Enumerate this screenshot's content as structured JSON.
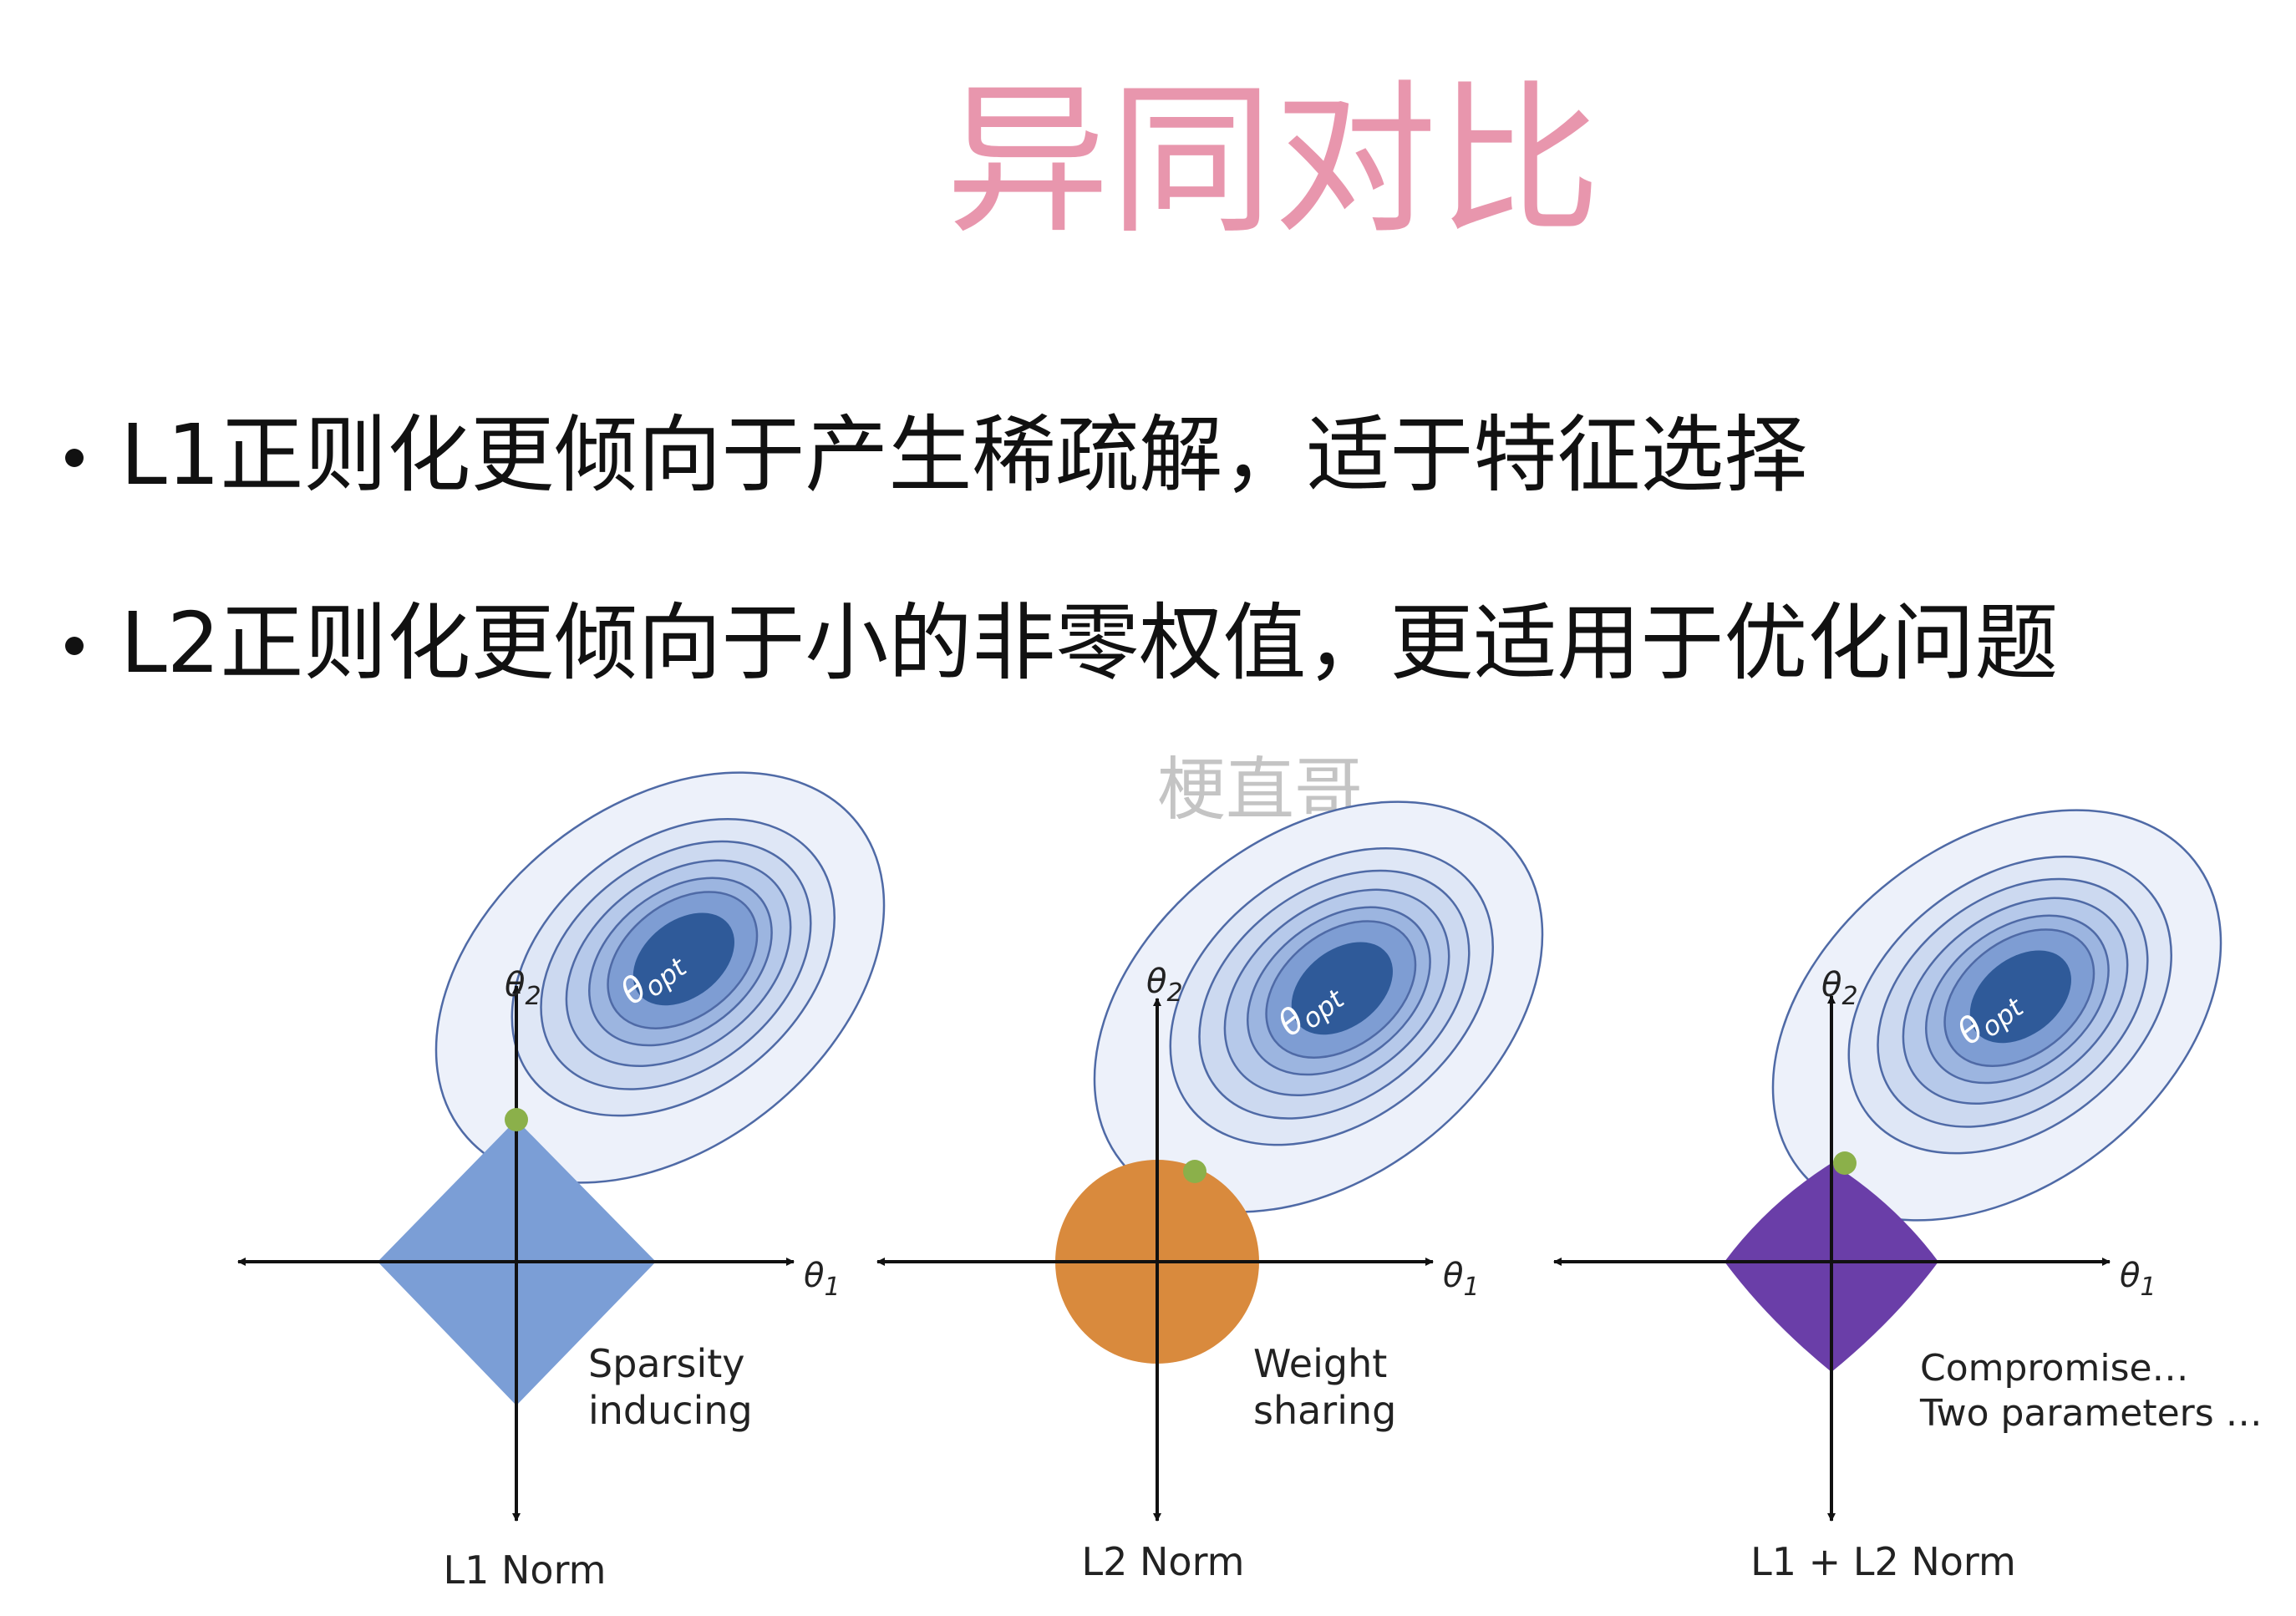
{
  "slide": {
    "title": "异同对比",
    "bullets": [
      "L1正则化更倾向于产生稀疏解，适于特征选择",
      "L2正则化更倾向于小的非零权值，更适用于优化问题"
    ],
    "watermark": "梗直哥"
  },
  "colors": {
    "title": "#e896ad",
    "contour_outer": "#edf1fa",
    "contour_inner": "#2f5a99",
    "l1_shape": "#7b9ed6",
    "l2_shape": "#d98a3d",
    "elastic_shape": "#6a3ea8",
    "solution_point": "#8bb04a"
  },
  "diagrams": [
    {
      "shape": "diamond",
      "theta_y": "θ",
      "theta_y_sub": "2",
      "theta_x": "θ",
      "theta_x_sub": "1",
      "center_label": "θ",
      "center_label_sub": "opt",
      "note_line1": "Sparsity",
      "note_line2": "inducing",
      "norm_label": "L1 Norm"
    },
    {
      "shape": "circle",
      "theta_y": "θ",
      "theta_y_sub": "2",
      "theta_x": "θ",
      "theta_x_sub": "1",
      "center_label": "θ",
      "center_label_sub": "opt",
      "note_line1": "Weight",
      "note_line2": "sharing",
      "norm_label": "L2 Norm"
    },
    {
      "shape": "rounded-diamond",
      "theta_y": "θ",
      "theta_y_sub": "2",
      "theta_x": "θ",
      "theta_x_sub": "1",
      "center_label": "θ",
      "center_label_sub": "opt",
      "note_line1": "Compromise…",
      "note_line2": "Two parameters …",
      "norm_label": "L1 + L2 Norm"
    }
  ]
}
